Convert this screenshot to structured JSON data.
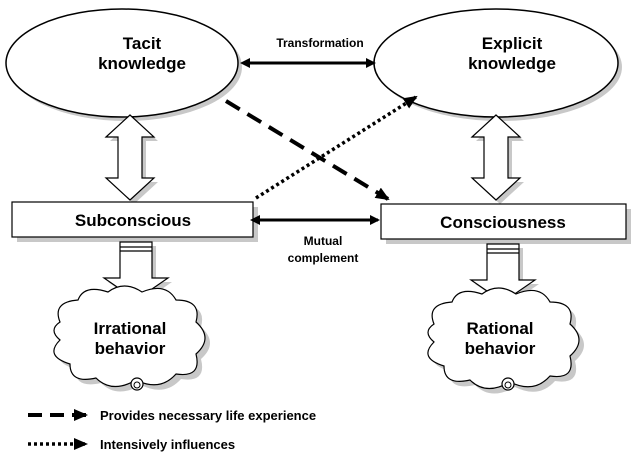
{
  "nodes": {
    "tacit": [
      "Tacit",
      "knowledge"
    ],
    "explicit": [
      "Explicit",
      "knowledge"
    ],
    "subconscious": "Subconscious",
    "consciousness": "Consciousness",
    "irrational": [
      "Irrational",
      "behavior"
    ],
    "rational": [
      "Rational",
      "behavior"
    ]
  },
  "edges": {
    "transformation": "Transformation",
    "mutual": [
      "Mutual",
      "complement"
    ]
  },
  "legend": {
    "dashed": "Provides necessary life experience",
    "dotted": "Intensively influences"
  }
}
